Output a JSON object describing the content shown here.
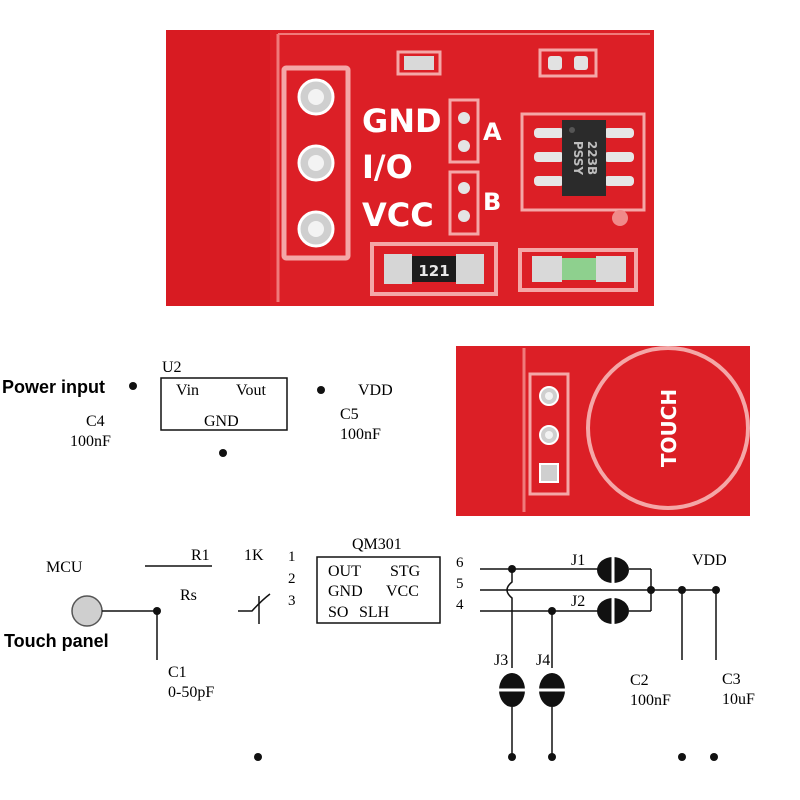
{
  "module_front": {
    "pin_labels": [
      "GND",
      "I/O",
      "VCC"
    ],
    "jumper_labels": [
      "A",
      "B"
    ],
    "ic_marking_line1": "223B",
    "ic_marking_line2": "PSSY",
    "resistor_marking": "121"
  },
  "module_back": {
    "pad_text": "TOUCH"
  },
  "schematic_top": {
    "power_input_label": "Power input",
    "regulator_ref": "U2",
    "regulator_vin": "Vin",
    "regulator_vout": "Vout",
    "regulator_gnd": "GND",
    "vdd_label": "VDD",
    "c4_ref": "C4",
    "c4_value": "100nF",
    "c5_ref": "C5",
    "c5_value": "100nF"
  },
  "schematic_bottom": {
    "mcu_label": "MCU",
    "touch_panel_label": "Touch panel",
    "r1_ref": "R1",
    "r1_value": "1K",
    "rs_label": "Rs",
    "c1_ref": "C1",
    "c1_value": "0-50pF",
    "ic_ref": "QM301",
    "ic_row1_left": "OUT",
    "ic_row1_right": "STG",
    "ic_row2_left": "GND",
    "ic_row2_right": "VCC",
    "ic_row3_left": "SO",
    "ic_row3_right": "SLH",
    "left_pins": [
      "1",
      "2",
      "3"
    ],
    "right_pins": [
      "6",
      "5",
      "4"
    ],
    "j1_label": "J1",
    "j2_label": "J2",
    "j3_label": "J3",
    "j4_label": "J4",
    "vdd_label": "VDD",
    "c2_ref": "C2",
    "c2_value": "100nF",
    "c3_ref": "C3",
    "c3_value": "10uF"
  }
}
